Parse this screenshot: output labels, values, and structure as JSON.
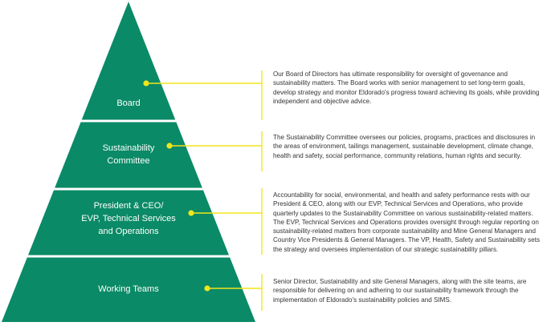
{
  "colors": {
    "pyramid": "#0a8a66",
    "separator": "#ffffff",
    "connector": "#f2e51c",
    "text": "#333333"
  },
  "tiers": [
    {
      "label_lines": [
        "Board"
      ],
      "description": "Our Board of Directors has ultimate responsibility for oversight of governance and sustainability matters. The Board works with senior management to set long-term goals, develop strategy and monitor Eldorado's progress toward achieving its goals, while providing independent and objective advice."
    },
    {
      "label_lines": [
        "Sustainability",
        "Committee"
      ],
      "description": "The Sustainability Committee oversees our policies, programs, practices and disclosures in the areas of environment, tailings management, sustainable development, climate change, health and safety, social performance, community relations, human rights and security."
    },
    {
      "label_lines": [
        "President & CEO/",
        "EVP, Technical Services",
        "and Operations"
      ],
      "description": "Accountability for social, environmental, and health and safety performance rests with our President & CEO, along with our EVP, Technical Services and Operations, who provide quarterly updates to the Sustainability Committee on various sustainability-related matters. The EVP, Technical Services and Operations provides oversight through regular reporting on sustainability-related matters from corporate sustainability and Mine General Managers and Country Vice Presidents & General Managers. The VP, Health, Safety and Sustainability sets the strategy and oversees implementation of our strategic sustainability pillars."
    },
    {
      "label_lines": [
        "Working Teams"
      ],
      "description": "Senior Director, Sustainability and site General Managers, along with the site teams, are responsible for delivering on and adhering to our sustainability framework through the implementation of Eldorado's sustainability policies and SIMS."
    }
  ]
}
